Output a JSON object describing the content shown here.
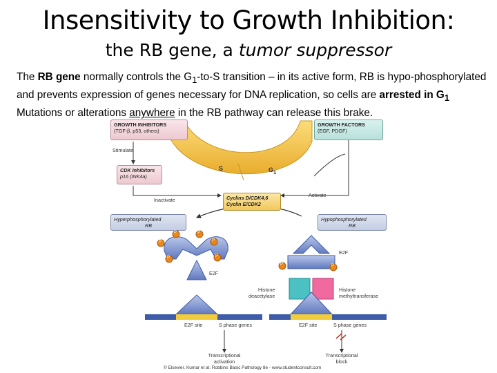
{
  "slide": {
    "title": "Insensitivity to Growth Inhibition:",
    "subtitle_prefix": "the RB gene, a ",
    "subtitle_italic": "tumor suppressor",
    "body": {
      "t1": "The ",
      "t2": "RB gene",
      "t3": " normally controls the G",
      "t3_sub": "1",
      "t4": "-to-S transition – in its active form, RB is hypo-phosphorylated and prevents expression of genes necessary for DNA replication, so cells are ",
      "t5": "arrested in G",
      "t5_sub": "1",
      "t6": "  Mutations or alterations ",
      "t7": "anywhere",
      "t8": " in the RB pathway can release this brake."
    }
  },
  "figure": {
    "growth_inhibitors": {
      "title": "GROWTH INHIBITORS",
      "sub": "(TGF-β, p53, others)"
    },
    "growth_factors": {
      "title": "GROWTH FACTORS",
      "sub": "(EGF, PDGF)"
    },
    "stimulate": "Stimulate",
    "cdk_inhibitors": {
      "title": "CDK Inhibitors",
      "sub": "p16 (INK4a)"
    },
    "cell_cycle_s": "S",
    "cell_cycle_g1": "G",
    "cell_cycle_g1_sub": "1",
    "inactivate": "Inactivate",
    "activate": "Activate",
    "cyclins": {
      "line1": "Cyclins D/CDK4,6",
      "line2": "Cyclin E/CDK2"
    },
    "hyper_rb": {
      "line1": "Hyperphosphorylated",
      "line2": "RB"
    },
    "hypo_rb": {
      "line1": "Hypophosphorylated",
      "line2": "RB"
    },
    "p_label": "P",
    "e2f": "E2F",
    "histone_deacetylase": {
      "line1": "Histone",
      "line2": "deacetylase"
    },
    "histone_methyl": {
      "line1": "Histone",
      "line2": "methyltransferase"
    },
    "e2f_site": "E2F site",
    "s_phase_genes": "S phase genes",
    "transcriptional_activation": {
      "line1": "Transcriptional",
      "line2": "activation"
    },
    "transcriptional_block": {
      "line1": "Transcriptional",
      "line2": "block"
    },
    "credit": "© Elsevier. Kumar et al: Robbins Basic Pathology 8e - www.studentconsult.com"
  },
  "colors": {
    "yellow": "#f6c64a",
    "yellow_dark": "#d9a227",
    "orange_p": "#e8871e",
    "blue_protein": "#6f86c4",
    "pink": "#f06aa0",
    "teal": "#4cc1c3",
    "dna_blue": "#3e5ca8",
    "dna_yellow": "#f1cd3e"
  }
}
